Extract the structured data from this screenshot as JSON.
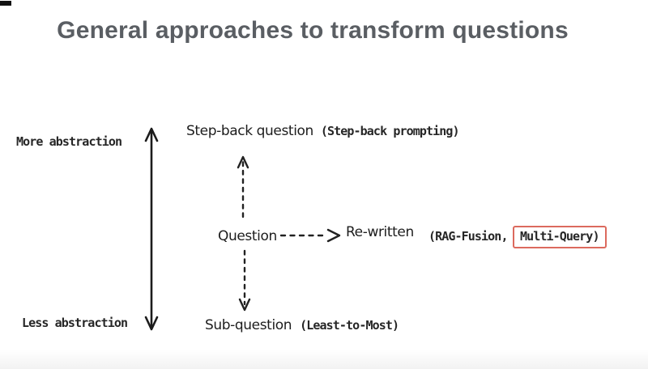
{
  "title": "General approaches to transform questions",
  "axis": {
    "more_label": "More abstraction",
    "less_label": "Less abstraction"
  },
  "nodes": {
    "step_back": {
      "label": "Step-back question",
      "method": "(Step-back prompting)"
    },
    "question": {
      "label": "Question"
    },
    "rewritten": {
      "label": "Re-written",
      "methods_prefix": "(RAG-Fusion,",
      "highlighted_method": "Multi-Query)"
    },
    "sub_question": {
      "label": "Sub-question",
      "method": "(Least-to-Most)"
    }
  },
  "colors": {
    "background": "#ffffff",
    "title_text": "#5a5e63",
    "diagram_text": "#1e1e1e",
    "highlight_box_border": "#dc6a5e"
  }
}
